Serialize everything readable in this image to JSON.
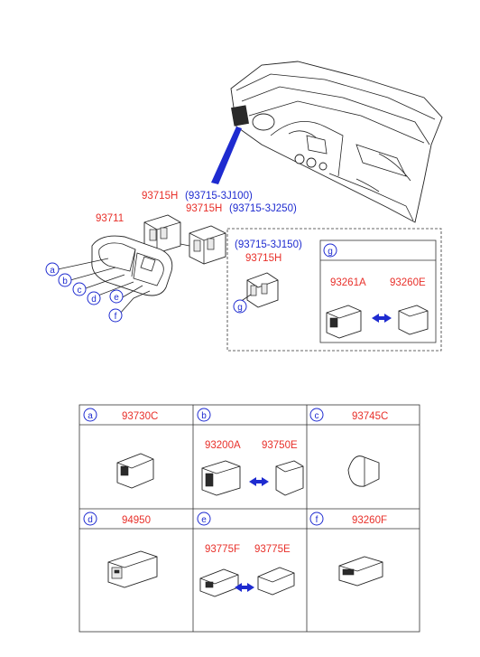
{
  "main_parts": {
    "assembly": "93711",
    "switch_upper": "93715H",
    "switch_upper_code": "(93715-3J100)",
    "switch_lower": "93715H",
    "switch_lower_code": "(93715-3J250)",
    "inset_code": "(93715-3J150)",
    "inset_part": "93715H",
    "inset_g_part1": "93261A",
    "inset_g_part2": "93260E"
  },
  "callouts": {
    "a": "a",
    "b": "b",
    "c": "c",
    "d": "d",
    "e": "e",
    "f": "f",
    "g": "g",
    "g2": "g"
  },
  "table": {
    "cells": [
      {
        "key": "a",
        "parts": [
          "93730C"
        ]
      },
      {
        "key": "b",
        "parts": [
          "93200A",
          "93750E"
        ]
      },
      {
        "key": "c",
        "parts": [
          "93745C"
        ]
      },
      {
        "key": "d",
        "parts": [
          "94950"
        ]
      },
      {
        "key": "e",
        "parts": [
          "93775F",
          "93775E"
        ]
      },
      {
        "key": "f",
        "parts": [
          "93260F"
        ]
      }
    ]
  },
  "colors": {
    "part_number": "#e8302a",
    "callout": "#1e2bd0",
    "line": "#222222"
  }
}
